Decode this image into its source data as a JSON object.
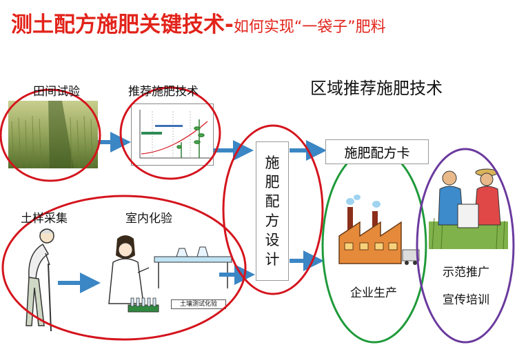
{
  "title": {
    "main": "测土配方施肥关键技术-",
    "sub": "如何实现“一袋子”肥料"
  },
  "stages": {
    "field_trial": "田间试验",
    "recommend_tech": "推荐施肥技术",
    "soil_sampling": "土样采集",
    "lab_test": "室内化验",
    "design_chars": [
      "施",
      "肥",
      "配",
      "方",
      "设",
      "计"
    ],
    "region_title": "区域推荐施肥技术",
    "fertilizer_card": "施肥配方卡",
    "enterprise": "企业生产",
    "demo_line1": "示范推广",
    "demo_line2": "宣传培训"
  },
  "lab_sign": "土壤测试化验",
  "colors": {
    "title": "#e2231a",
    "ring_red": "#d4141d",
    "ring_green": "#1f9a3a",
    "ring_purple": "#6a3a9e",
    "arrow": "#3b86c4"
  }
}
